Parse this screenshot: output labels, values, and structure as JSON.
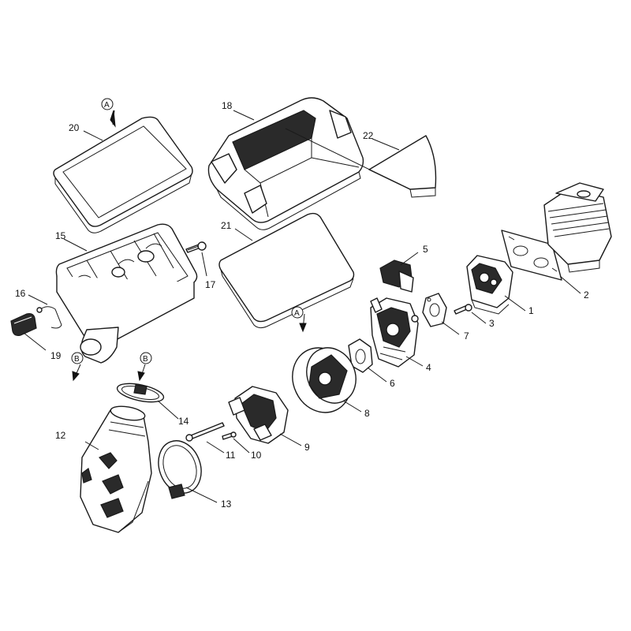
{
  "diagram": {
    "callouts": [
      {
        "id": "c1",
        "label": "1"
      },
      {
        "id": "c2",
        "label": "2"
      },
      {
        "id": "c3",
        "label": "3"
      },
      {
        "id": "c4",
        "label": "4"
      },
      {
        "id": "c5",
        "label": "5"
      },
      {
        "id": "c6",
        "label": "6"
      },
      {
        "id": "c7",
        "label": "7"
      },
      {
        "id": "c8",
        "label": "8"
      },
      {
        "id": "c9",
        "label": "9"
      },
      {
        "id": "c10",
        "label": "10"
      },
      {
        "id": "c11",
        "label": "11"
      },
      {
        "id": "c12",
        "label": "12"
      },
      {
        "id": "c13",
        "label": "13"
      },
      {
        "id": "c14",
        "label": "14"
      },
      {
        "id": "c15",
        "label": "15"
      },
      {
        "id": "c16",
        "label": "16"
      },
      {
        "id": "c17",
        "label": "17"
      },
      {
        "id": "c18",
        "label": "18"
      },
      {
        "id": "c19",
        "label": "19"
      },
      {
        "id": "c20",
        "label": "20"
      },
      {
        "id": "c21",
        "label": "21"
      },
      {
        "id": "c22",
        "label": "22"
      }
    ],
    "references": {
      "a_top": "A",
      "a_mid": "A",
      "b_left": "B",
      "b_right": "B"
    }
  }
}
